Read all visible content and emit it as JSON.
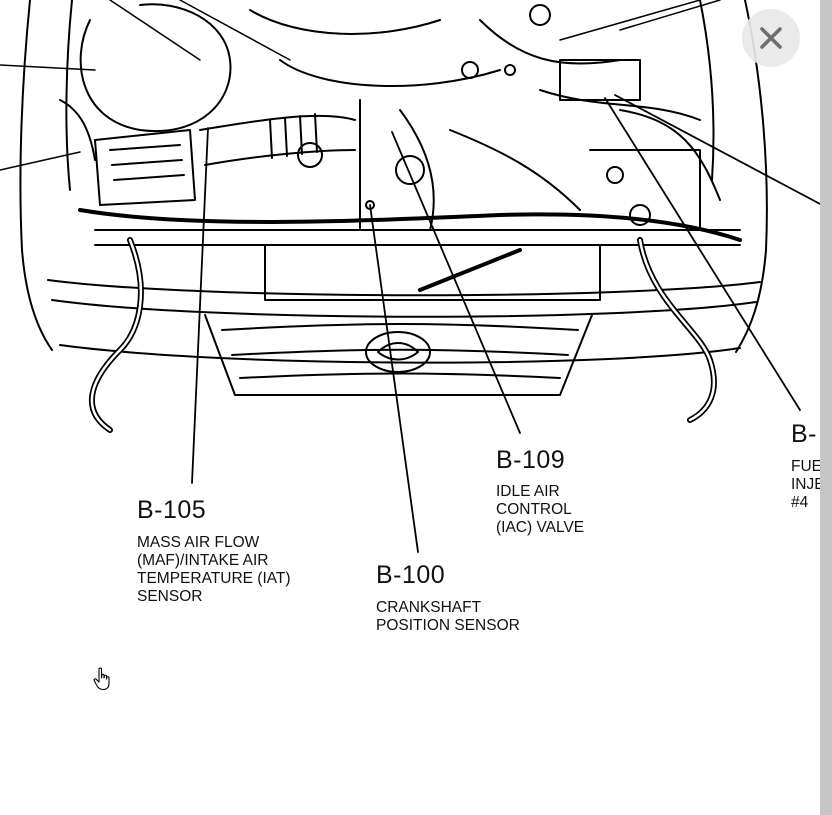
{
  "callouts": [
    {
      "code": "B-105",
      "lines": [
        "MASS AIR FLOW",
        "(MAF)/INTAKE AIR",
        "TEMPERATURE (IAT)",
        "SENSOR"
      ]
    },
    {
      "code": "B-109",
      "lines": [
        "IDLE AIR",
        "CONTROL",
        "(IAC) VALVE"
      ]
    },
    {
      "code": "B-100",
      "lines": [
        "CRANKSHAFT",
        "POSITION SENSOR"
      ]
    },
    {
      "code": "B-",
      "lines": [
        "FUE",
        "INJE",
        "#4"
      ]
    }
  ],
  "viewer": {
    "close_icon": "close-icon",
    "cursor_icon": "hand-pointer-icon",
    "close_button_color": "#e8e8e8",
    "edge_bar_color": "#c6c6c6"
  }
}
